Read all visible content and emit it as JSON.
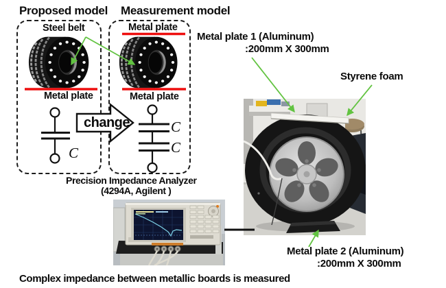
{
  "figure": {
    "proposed_title": "Proposed model",
    "measurement_title": "Measurement model",
    "proposed_box": {
      "top_label": "Steel belt",
      "bottom_label": "Metal plate",
      "capacitor_label": "C"
    },
    "measurement_box": {
      "top_label": "Metal plate",
      "bottom_label": "Metal plate",
      "capacitor1_label": "C",
      "capacitor2_label": "C"
    },
    "change_arrow_label": "change",
    "analyzer_name_line1": "Precision Impedance Analyzer",
    "analyzer_name_line2": "(4294A, Agilent )",
    "annotations": {
      "metal_plate1_line1": "Metal plate 1 (Aluminum)",
      "metal_plate1_line2": ":200mm X 300mm",
      "styrene_foam": "Styrene foam",
      "metal_plate2_line1": "Metal plate 2 (Aluminum)",
      "metal_plate2_line2": ":200mm X 300mm"
    },
    "caption": "Complex impedance between metallic boards is measured",
    "colors": {
      "metal_plate_line": "#ee0f0f",
      "pointer_arrow": "#62c341"
    }
  }
}
